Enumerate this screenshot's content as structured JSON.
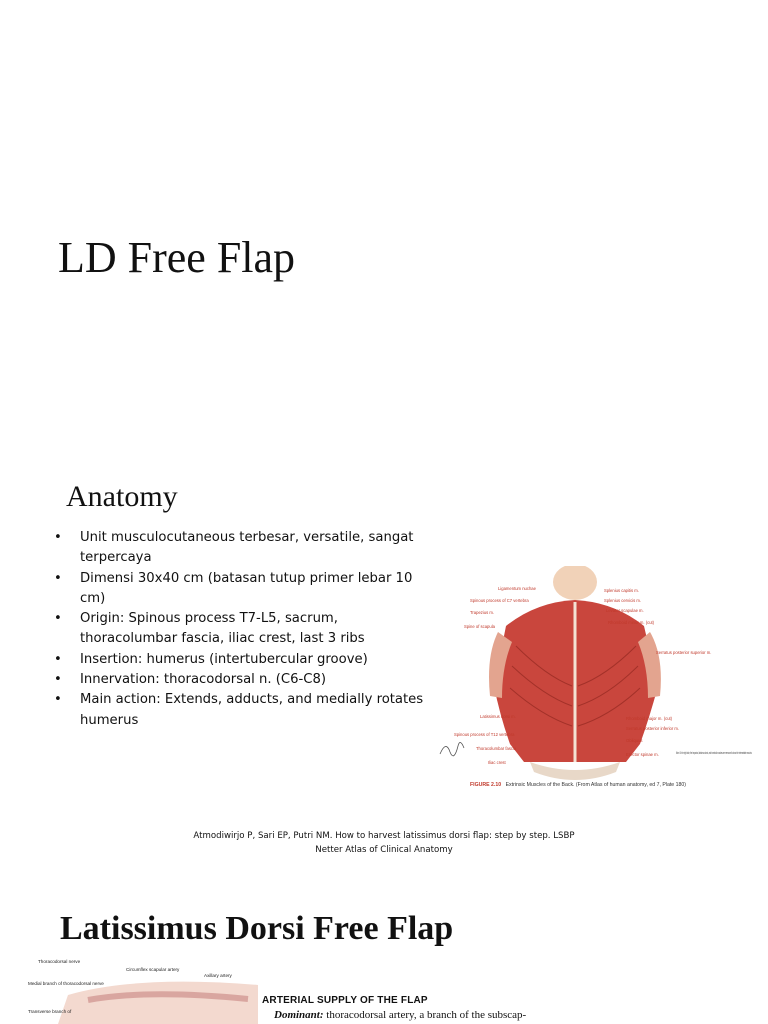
{
  "slide1": {
    "title": "LD Free Flap"
  },
  "slide2": {
    "heading": "Anatomy",
    "bullets": [
      "Unit musculocutaneous terbesar, versatile, sangat terpercaya",
      "Dimensi 30x40 cm (batasan tutup primer lebar 10 cm)",
      "Origin: Spinous process T7-L5, sacrum, thoracolumbar fascia, iliac crest, last 3 ribs",
      "Insertion:  humerus (intertubercular groove)",
      "Innervation: thoracodorsal n. (C6-C8)",
      "Main action: Extends, adducts, and medially rotates humerus"
    ],
    "figure": {
      "caption_label": "FIGURE 2.10",
      "caption_text": "Extrinsic Muscles of the Back. (From Atlas of human anatomy, ed 7, Plate 180)",
      "labels_left": [
        "Ligamentum nuchae",
        "Spinous process of C7 vertebra",
        "Trapezius m.",
        "Spine of scapula",
        "Latissimus dorsi m.",
        "Spinous process of T12 vertebra",
        "Thoracolumbar fascia",
        "Iliac crest"
      ],
      "labels_right": [
        "Splenius capitis m.",
        "Splenius cervicis m.",
        "Levator scapulae m.",
        "Rhomboid minor m. (cut)",
        "Serratus posterior superior m.",
        "Rhomboid major m. (cut)",
        "Serratus posterior inferior m.",
        "Obliquus",
        "Erector spinae m."
      ],
      "note": "Note: On the right side, the trapezius, latissimus dorsi, and rhomboid muscles were removed to show the intermediate muscles."
    },
    "reference_1": "Atmodiwirjo P, Sari EP, Putri NM. How to harvest latissimus dorsi flap: step by step. LSBP",
    "reference_2": "Netter Atlas of Clinical Anatomy"
  },
  "slide3": {
    "title": "Latissimus Dorsi Free Flap",
    "figure_labels": [
      "Thoracodorsal nerve",
      "Circumflex scapular artery",
      "Axillary artery",
      "Medial branch of thoracodorsal nerve",
      "Transverse branch of"
    ],
    "section_heading": "ARTERIAL SUPPLY OF THE FLAP",
    "dominant_label": "Dominant:",
    "dominant_text": "thoracodorsal artery, a branch of the subscap-"
  },
  "colors": {
    "muscle": "#c9463d",
    "caption_red": "#c0392b",
    "skin": "#f1d2b8"
  }
}
